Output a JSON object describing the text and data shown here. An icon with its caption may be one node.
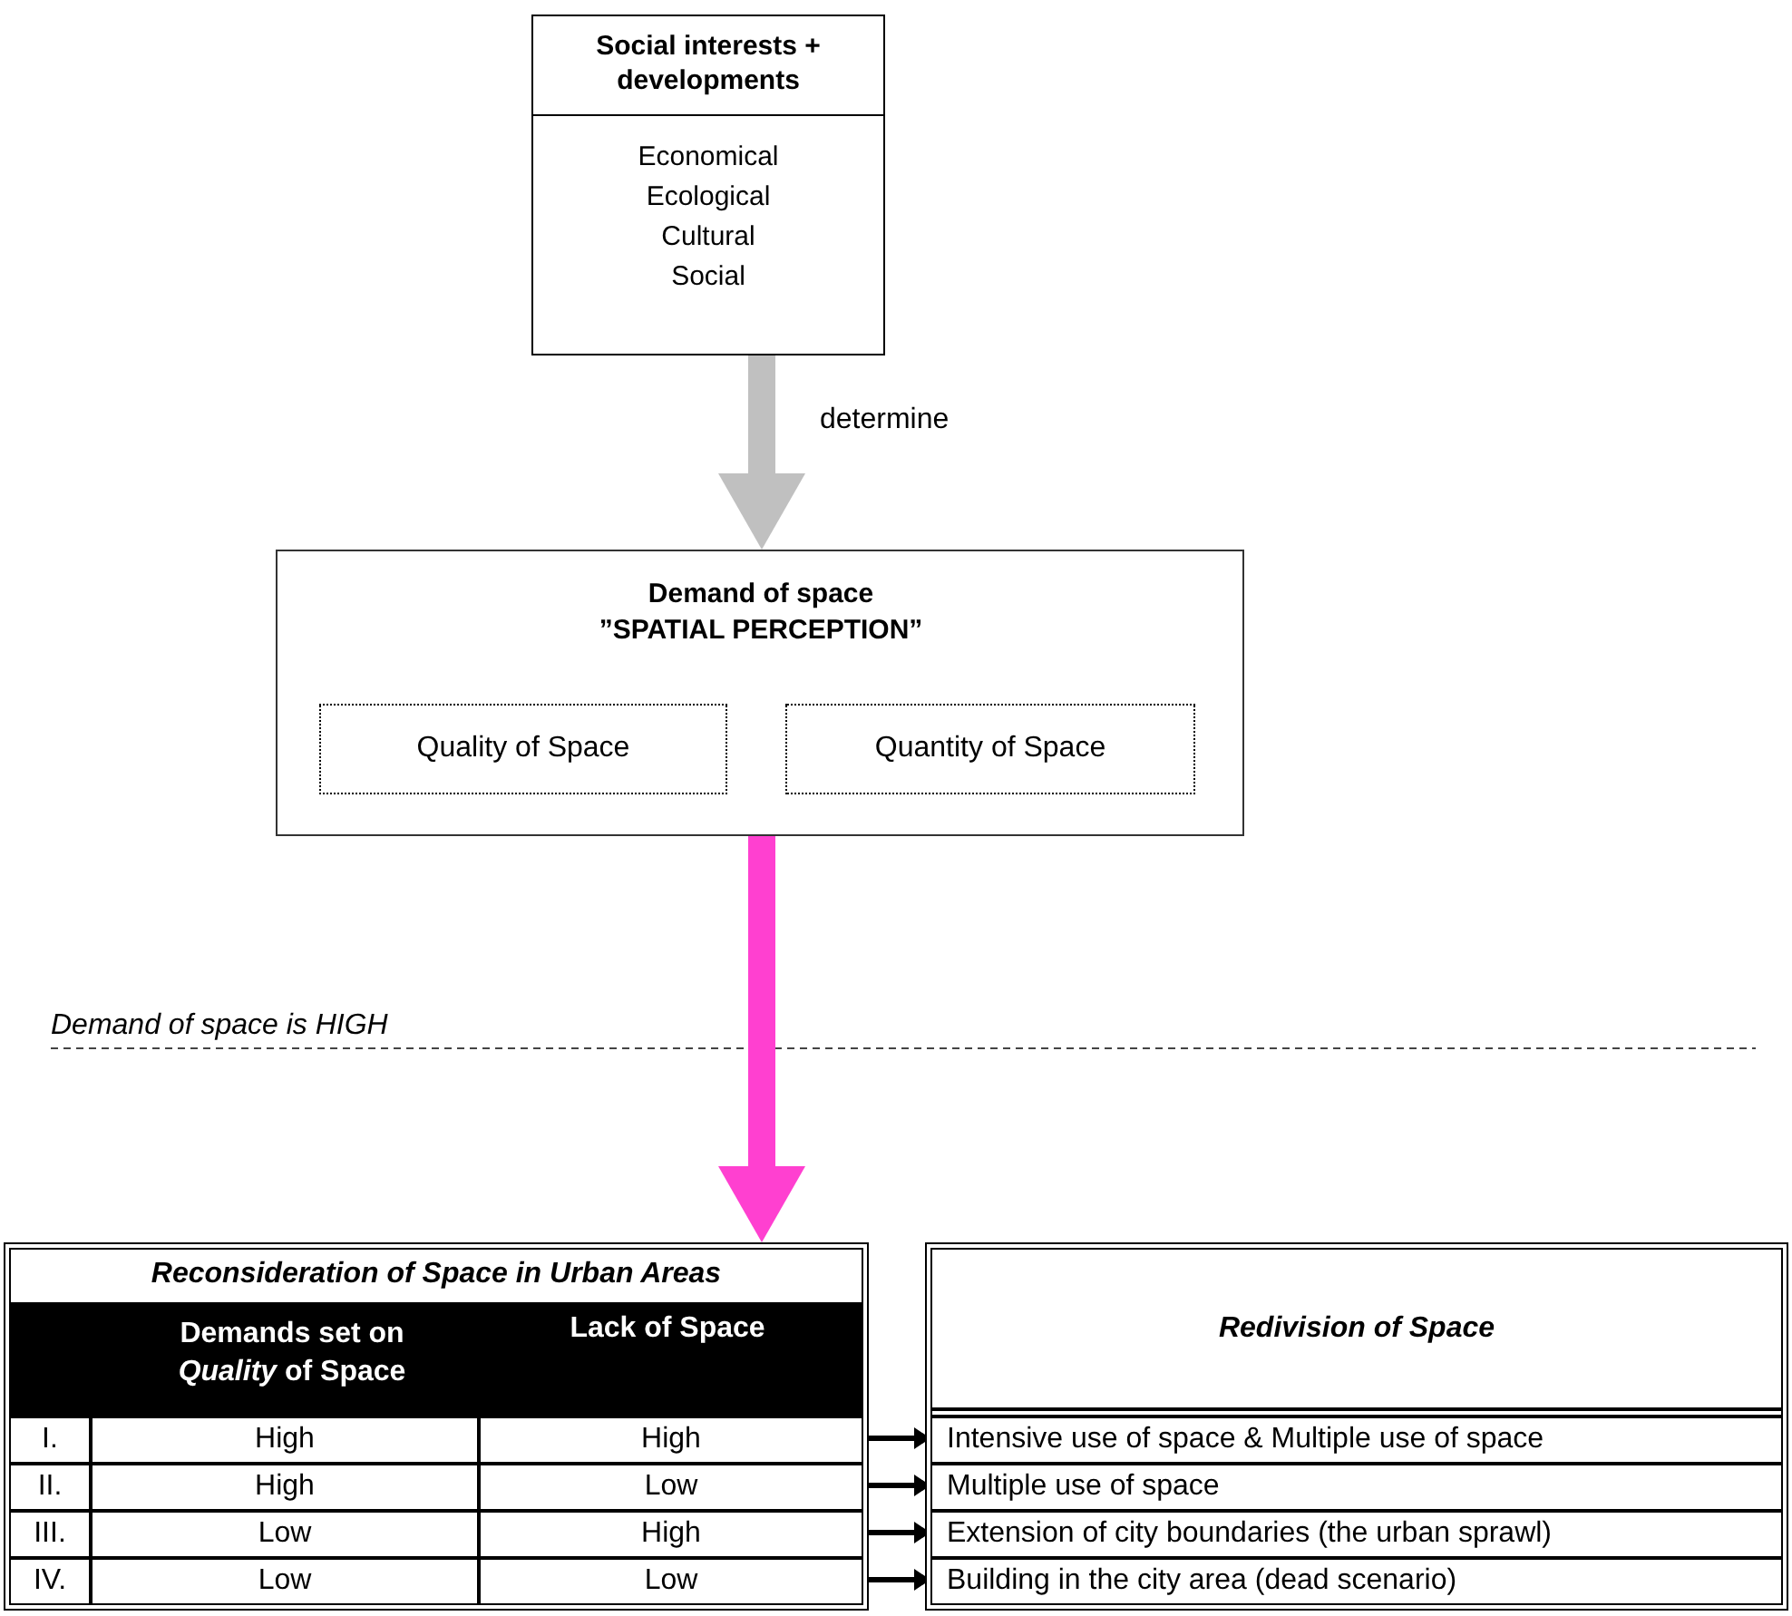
{
  "diagram": {
    "nodes": [
      {
        "text": [
          "Social interests + developments",
          "Economical Ecological Cultural Social"
        ]
      },
      {
        "text": [
          "Demand of space ”SPATIAL PERCEPTION”"
        ]
      },
      {
        "text": [
          "Quality of Space"
        ],
        "in": 1
      },
      {
        "text": [
          "Quantity of Space"
        ],
        "in": 1
      },
      {
        "text": [
          "Reconsideration of Space in Urban Areas"
        ]
      },
      {
        "text": [
          "I.",
          "High",
          "High"
        ],
        "in": 4
      },
      {
        "text": [
          "II.",
          "High",
          "Low"
        ],
        "in": 4
      },
      {
        "text": [
          "III.",
          "Low",
          "High"
        ],
        "in": 4
      },
      {
        "text": [
          "IV.",
          "Low",
          "Low"
        ],
        "in": 4
      },
      {
        "text": [
          "Redivision of Space"
        ]
      },
      {
        "text": [
          "Intensive use of space & Multiple use of space"
        ],
        "in": 9
      },
      {
        "text": [
          "Multiple use of space"
        ],
        "in": 9
      },
      {
        "text": [
          "Extension of city boundaries (the urban sprawl)"
        ],
        "in": 9
      },
      {
        "text": [
          "Building in the city area (dead scenario)"
        ],
        "in": 9
      }
    ],
    "edges": [
      {
        "from": 0,
        "to": 1,
        "arrow": "to",
        "label": "determine",
        "style": "thick",
        "color": "#c0c0c0"
      },
      {
        "from": 1,
        "to": 4,
        "arrow": "to",
        "style": "thick",
        "color": "#ff40d0"
      },
      {
        "from": 5,
        "to": 10,
        "arrow": "to"
      },
      {
        "from": 6,
        "to": 11,
        "arrow": "to"
      },
      {
        "from": 7,
        "to": 12,
        "arrow": "to"
      },
      {
        "from": 8,
        "to": 13,
        "arrow": "to"
      }
    ],
    "labels": [
      "Demand of space is HIGH",
      "Demands set on *Quality* of Space",
      "Lack of Space"
    ]
  }
}
